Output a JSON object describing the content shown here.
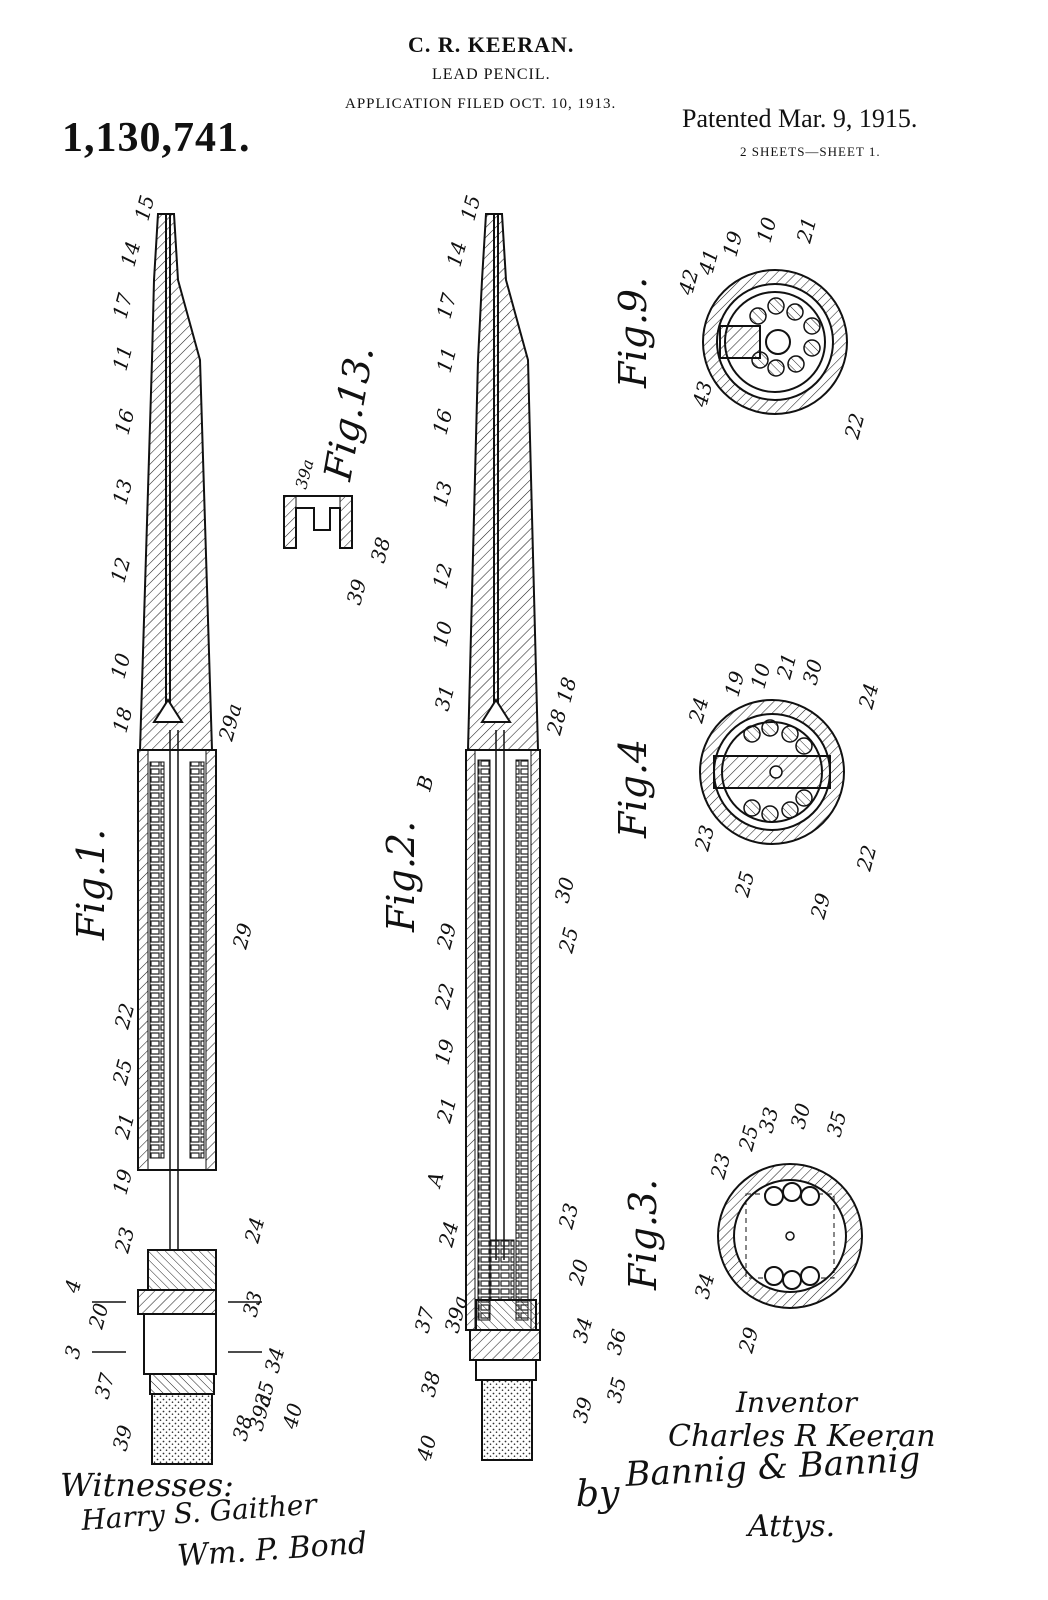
{
  "header": {
    "inventor_name": "C. R. KEERAN.",
    "title": "LEAD PENCIL.",
    "application": "APPLICATION FILED OCT. 10, 1913.",
    "patent_number": "1,130,741.",
    "patented": "Patented Mar. 9, 1915.",
    "sheets": "2 SHEETS—SHEET 1."
  },
  "figures": {
    "fig1": "Fig.1.",
    "fig2": "Fig.2.",
    "fig3": "Fig.3.",
    "fig4": "Fig.4",
    "fig9": "Fig.9.",
    "fig13": "Fig.13."
  },
  "signatures": {
    "witnesses_label": "Witnesses:",
    "witness1": "Harry S. Gaither",
    "witness2": "Wm. P. Bond",
    "inventor_label": "Inventor",
    "inventor_name": "Charles R Keeran",
    "by": "by",
    "attorneys": "Bannig & Bannig",
    "attys": "Attys."
  },
  "labels": {
    "fig1": [
      "15",
      "14",
      "17",
      "11",
      "16",
      "13",
      "12",
      "10",
      "18",
      "29a",
      "29",
      "22",
      "25",
      "21",
      "19",
      "23",
      "24",
      "4",
      "20",
      "33",
      "3",
      "37",
      "34",
      "35",
      "39",
      "38",
      "39a",
      "40"
    ],
    "fig2": [
      "15",
      "14",
      "17",
      "11",
      "16",
      "13",
      "12",
      "10",
      "31",
      "B",
      "28",
      "18",
      "30",
      "29",
      "22",
      "25",
      "19",
      "21",
      "A",
      "24",
      "23",
      "39a",
      "37",
      "20",
      "34",
      "38",
      "36",
      "35",
      "40",
      "39"
    ],
    "fig3": [
      "23",
      "25",
      "33",
      "30",
      "35",
      "34",
      "29"
    ],
    "fig4": [
      "24",
      "19",
      "10",
      "21",
      "30",
      "24",
      "23",
      "25",
      "29",
      "22"
    ],
    "fig9": [
      "42",
      "41",
      "19",
      "10",
      "21",
      "43",
      "22"
    ],
    "fig13": [
      "39a",
      "38",
      "39"
    ]
  }
}
